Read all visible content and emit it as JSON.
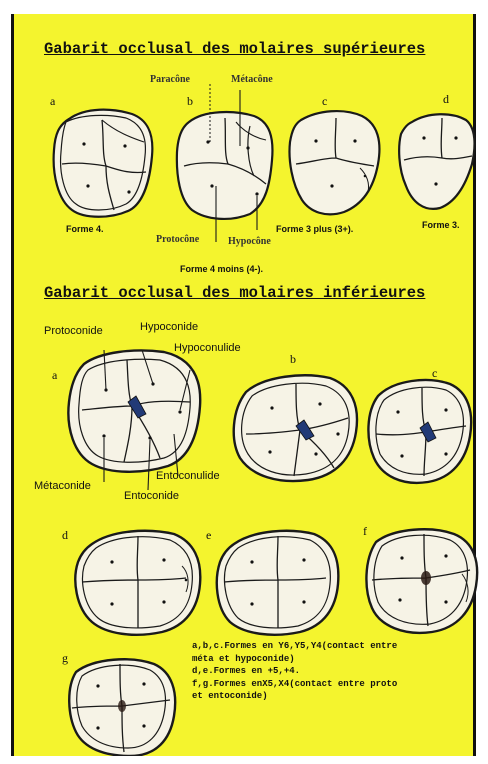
{
  "titles": {
    "upper": "Gabarit occlusal des molaires supérieures",
    "lower": "Gabarit occlusal des molaires inférieures"
  },
  "upper": {
    "letters": [
      "a",
      "b",
      "c",
      "d"
    ],
    "cusps": {
      "paracone": "Paracône",
      "metacone": "Métacône",
      "protocone": "Protocône",
      "hypocone": "Hypocône"
    },
    "formes": {
      "a": "Forme 4.",
      "c": "Forme 3 plus (3+).",
      "d": "Forme 3.",
      "b": "Forme 4 moins (4-)."
    }
  },
  "lower": {
    "letters": [
      "a",
      "b",
      "c",
      "d",
      "e",
      "f",
      "g"
    ],
    "cusps": {
      "protoconide": "Protoconide",
      "hypoconide": "Hypoconide",
      "hypoconulide": "Hypoconulide",
      "metaconide": "Métaconide",
      "entoconulide": "Entoconulide",
      "entoconide": "Entoconide"
    },
    "legend": [
      "a,b,c.Formes en Y6,Y5,Y4(contact entre",
      "méta et hypoconide)",
      "d,e.Formes en +5,+4.",
      "f,g.Formes enX5,X4(contact entre proto",
      "et entoconide)"
    ]
  },
  "colors": {
    "background": "#f4f42e",
    "tooth_fill": "#f6f3e6",
    "outline": "#1a1a1a",
    "fossa": "#223a77"
  }
}
